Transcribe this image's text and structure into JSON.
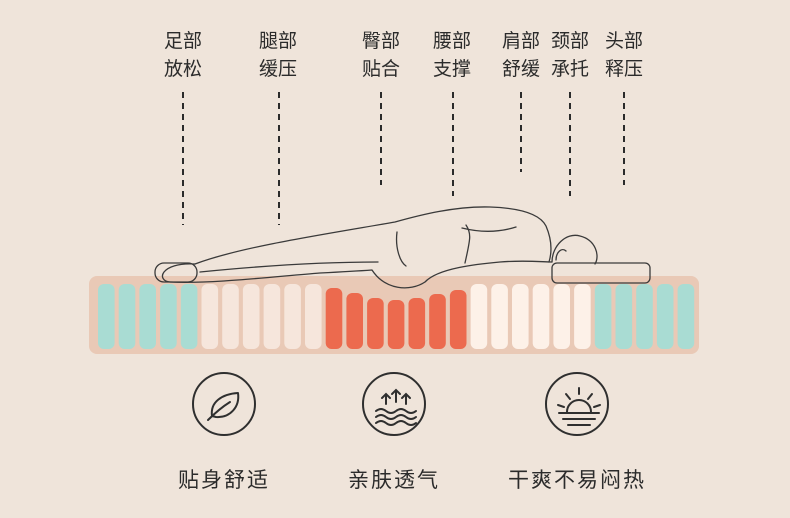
{
  "zones": [
    {
      "line1": "足部",
      "line2": "放松"
    },
    {
      "line1": "腿部",
      "line2": "缓压"
    },
    {
      "line1": "臀部",
      "line2": "贴合"
    },
    {
      "line1": "腰部",
      "line2": "支撑"
    },
    {
      "line1": "肩部",
      "line2": "舒缓"
    },
    {
      "line1": "颈部",
      "line2": "承托"
    },
    {
      "line1": "头部",
      "line2": "释压"
    }
  ],
  "features": [
    {
      "icon": "leaf-icon",
      "label": "贴身舒适"
    },
    {
      "icon": "breathable-waves-icon",
      "label": "亲肤透气"
    },
    {
      "icon": "sunrise-icon",
      "label": "干爽不易闷热"
    }
  ],
  "colors": {
    "background": "#efe4da",
    "mattress_base": "#e9c9b6",
    "spring_mint": "#a9dcd3",
    "spring_cream": "#f6e6dc",
    "spring_coral": "#ec6a4e",
    "spring_white": "#fdf1e8"
  },
  "springs": [
    "mint",
    "mint",
    "mint",
    "mint",
    "mint",
    "cream",
    "cream",
    "cream",
    "cream",
    "cream",
    "cream",
    "coral",
    "coral",
    "coral",
    "coral",
    "coral",
    "coral",
    "coral",
    "white",
    "white",
    "white",
    "white",
    "white",
    "white",
    "mint",
    "mint",
    "mint",
    "mint",
    "mint"
  ]
}
